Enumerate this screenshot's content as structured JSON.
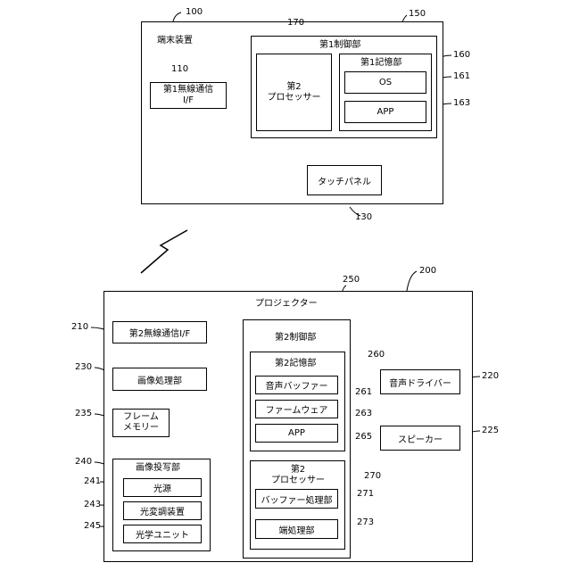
{
  "terminal": {
    "title": "端末装置",
    "ref": "100",
    "wireless_if": {
      "label": "第1無線通信\nI/F",
      "ref": "110"
    },
    "controller": {
      "label": "第1制御部",
      "ref": "150"
    },
    "processor": {
      "label": "第2\nプロセッサー",
      "ref": "170"
    },
    "storage": {
      "label": "第1記憶部",
      "ref": "160"
    },
    "os": {
      "label": "OS",
      "ref": "161"
    },
    "app": {
      "label": "APP",
      "ref": "163"
    },
    "touch_panel": {
      "label": "タッチパネル",
      "ref": "130"
    }
  },
  "projector": {
    "title": "プロジェクター",
    "ref": "200",
    "wireless_if": {
      "label": "第2無線通信I/F",
      "ref": "210"
    },
    "image_proc": {
      "label": "画像処理部",
      "ref": "230"
    },
    "frame_mem": {
      "label": "フレーム\nメモリー",
      "ref": "235"
    },
    "projection": {
      "label": "画像投写部",
      "ref": "240"
    },
    "light_source": {
      "label": "光源",
      "ref": "241"
    },
    "modulator": {
      "label": "光変調装置",
      "ref": "243"
    },
    "optical_unit": {
      "label": "光学ユニット",
      "ref": "245"
    },
    "controller": {
      "label": "第2制御部",
      "ref": "250"
    },
    "storage": {
      "label": "第2記憶部",
      "ref": "260"
    },
    "audio_buffer": {
      "label": "音声バッファー",
      "ref": "261"
    },
    "firmware": {
      "label": "ファームウェア",
      "ref": "263"
    },
    "app": {
      "label": "APP",
      "ref": "265"
    },
    "processor": {
      "label": "第2\nプロセッサー",
      "ref": "270"
    },
    "buffer_proc": {
      "label": "バッファー処理部",
      "ref": "271"
    },
    "edge_proc": {
      "label": "端処理部",
      "ref": "273"
    },
    "audio_driver": {
      "label": "音声ドライバー",
      "ref": "220"
    },
    "speaker": {
      "label": "スピーカー",
      "ref": "225"
    }
  }
}
